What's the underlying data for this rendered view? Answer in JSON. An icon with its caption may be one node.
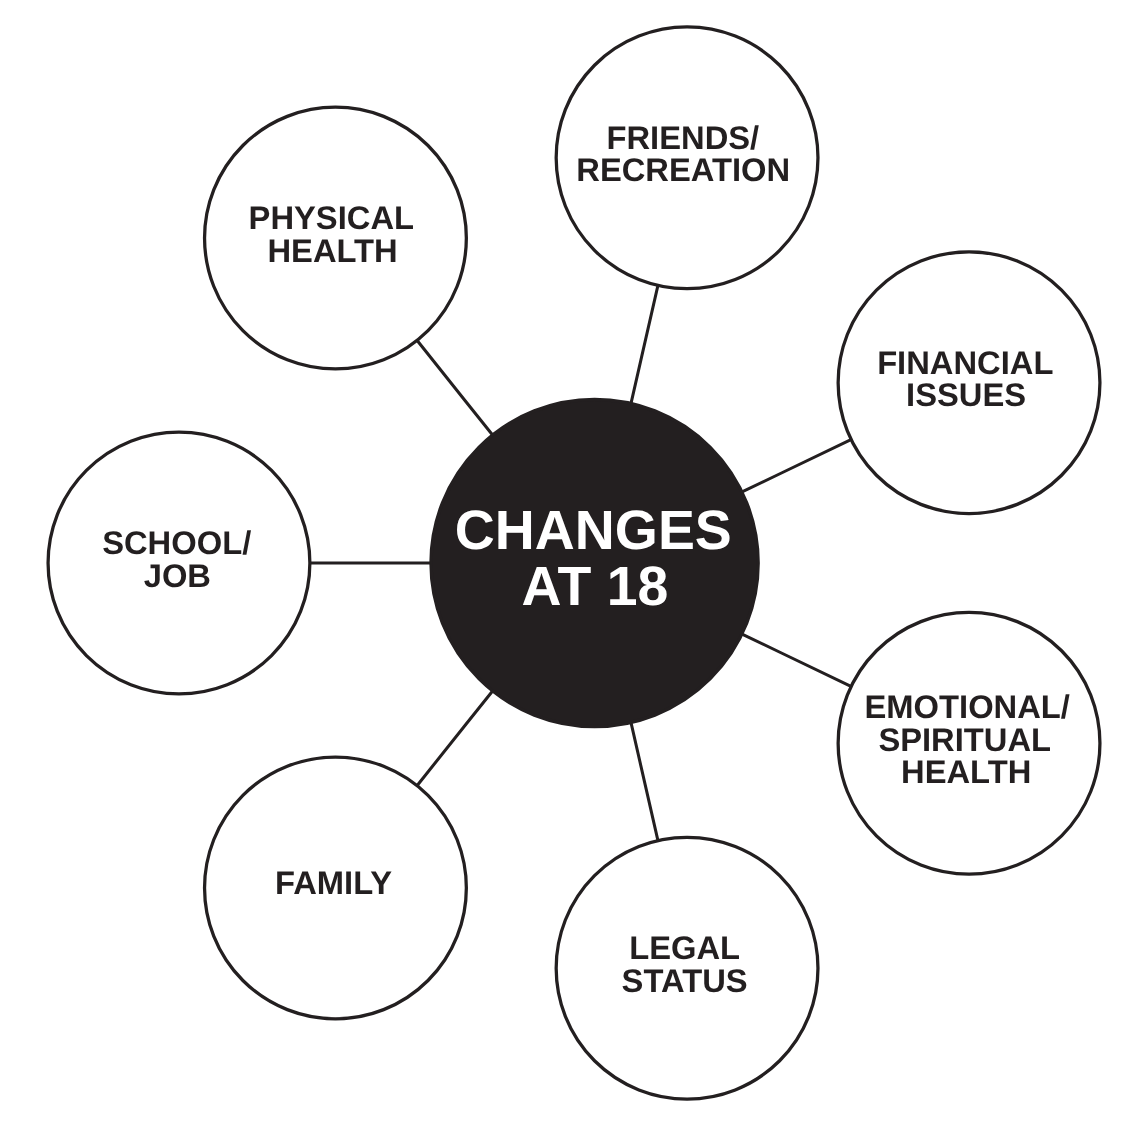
{
  "diagram": {
    "nodes": [
      {
        "text": [
          "FINANCIAL ISSUES"
        ]
      },
      {
        "text": [
          "FRIENDS/ RECREATION"
        ]
      },
      {
        "text": [
          "PHYSICAL HEALTH"
        ]
      },
      {
        "text": [
          "CHANGES AT 18"
        ]
      },
      {
        "text": [
          "SCHOOL/ JOB"
        ]
      },
      {
        "text": [
          "FAMILY"
        ]
      },
      {
        "text": [
          "LEGAL STATUS"
        ]
      },
      {
        "text": [
          "EMOTIONAL/ SPIRITUAL HEALTH"
        ]
      }
    ],
    "edges": [
      {
        "from": 3,
        "to": 0,
        "arrow": "none"
      },
      {
        "from": 3,
        "to": 1,
        "arrow": "none"
      },
      {
        "from": 3,
        "to": 4,
        "arrow": "none"
      },
      {
        "from": 3,
        "to": 6,
        "arrow": "none"
      },
      {
        "from": 3,
        "to": 7,
        "arrow": "none"
      },
      {
        "from": 3,
        "to": 5,
        "arrow": "none"
      },
      {
        "from": 3,
        "to": 2,
        "arrow": "none"
      }
    ]
  }
}
